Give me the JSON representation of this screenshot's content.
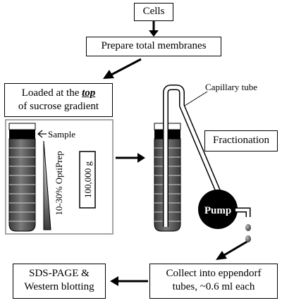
{
  "steps": {
    "cells": "Cells",
    "prepare": "Prepare total membranes",
    "loaded": {
      "line1_prefix": "Loaded at the ",
      "line1_emph": "top",
      "line2": "of sucrose gradient"
    },
    "fractionation": "Fractionation",
    "collect": {
      "line1": "Collect into eppendorf",
      "line2": "tubes, ~0.6 ml each"
    },
    "sds": {
      "line1": "SDS-PAGE &",
      "line2": "Western blotting"
    }
  },
  "labels": {
    "sample": "Sample",
    "optiprep": "10-30% OptiPrep",
    "centrifuge": "100,000 g",
    "capillary": "Capillary tube",
    "pump": "Pump"
  }
}
